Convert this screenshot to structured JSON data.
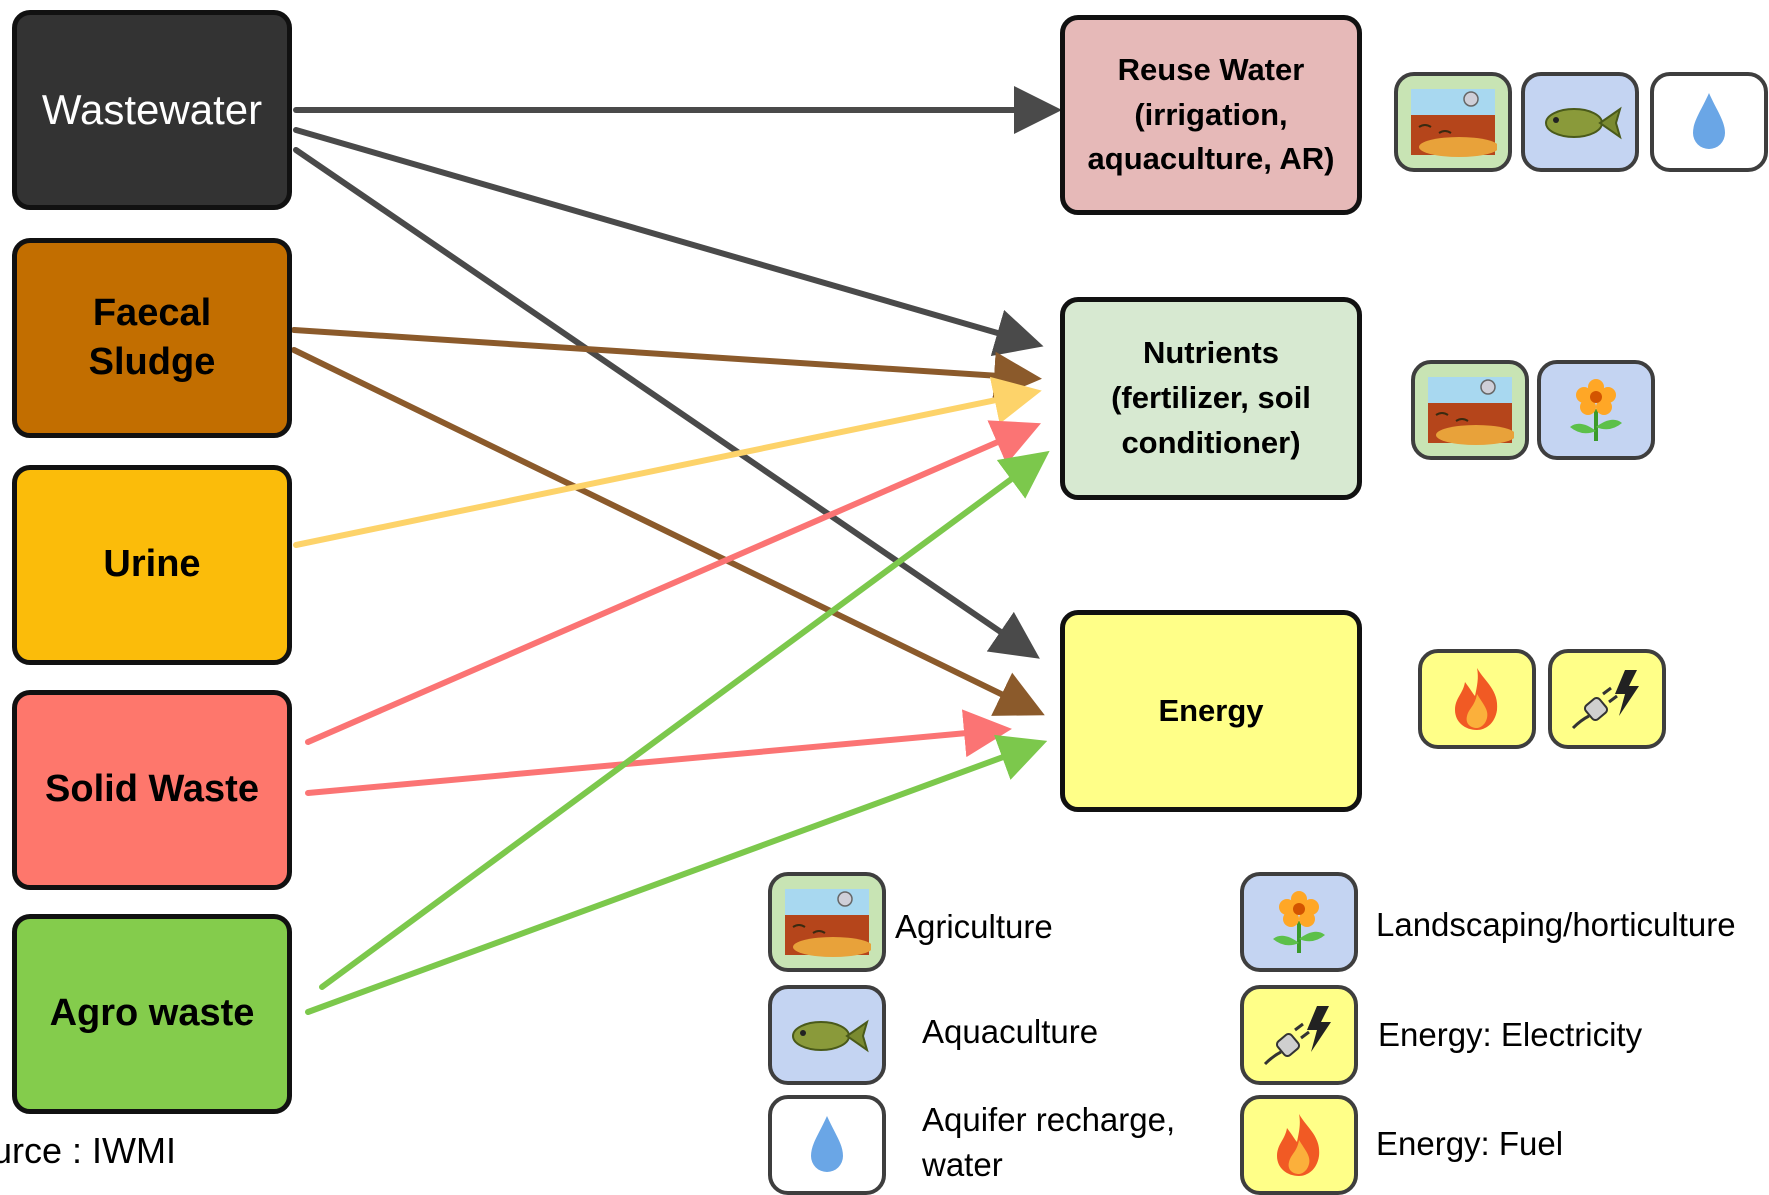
{
  "sources": {
    "wastewater": "Wastewater",
    "faecal_sludge": "Faecal\nSludge",
    "urine": "Urine",
    "solid_waste": "Solid Waste",
    "agro_waste": "Agro waste"
  },
  "destinations": {
    "reuse_water": "Reuse Water\n(irrigation,\naquaculture, AR)",
    "nutrients": "Nutrients\n(fertilizer, soil\nconditioner)",
    "energy": "Energy"
  },
  "legend": {
    "agriculture": "Agriculture",
    "aquaculture": "Aquaculture",
    "aquifer": "Aquifer recharge,\nwater",
    "landscaping": "Landscaping/horticulture",
    "electricity": "Energy: Electricity",
    "fuel": "Energy: Fuel"
  },
  "source_note": "ource : IWMI",
  "flow_colors": {
    "wastewater": "#4a4a4a",
    "faecal_sludge": "#8b5a2b",
    "urine": "#fdd36a",
    "solid_waste": "#fb7474",
    "agro_waste": "#7cc84c"
  },
  "icons": [
    "agriculture-icon",
    "fish-icon",
    "water-drop-icon",
    "flower-icon",
    "plug-icon",
    "fire-icon"
  ]
}
